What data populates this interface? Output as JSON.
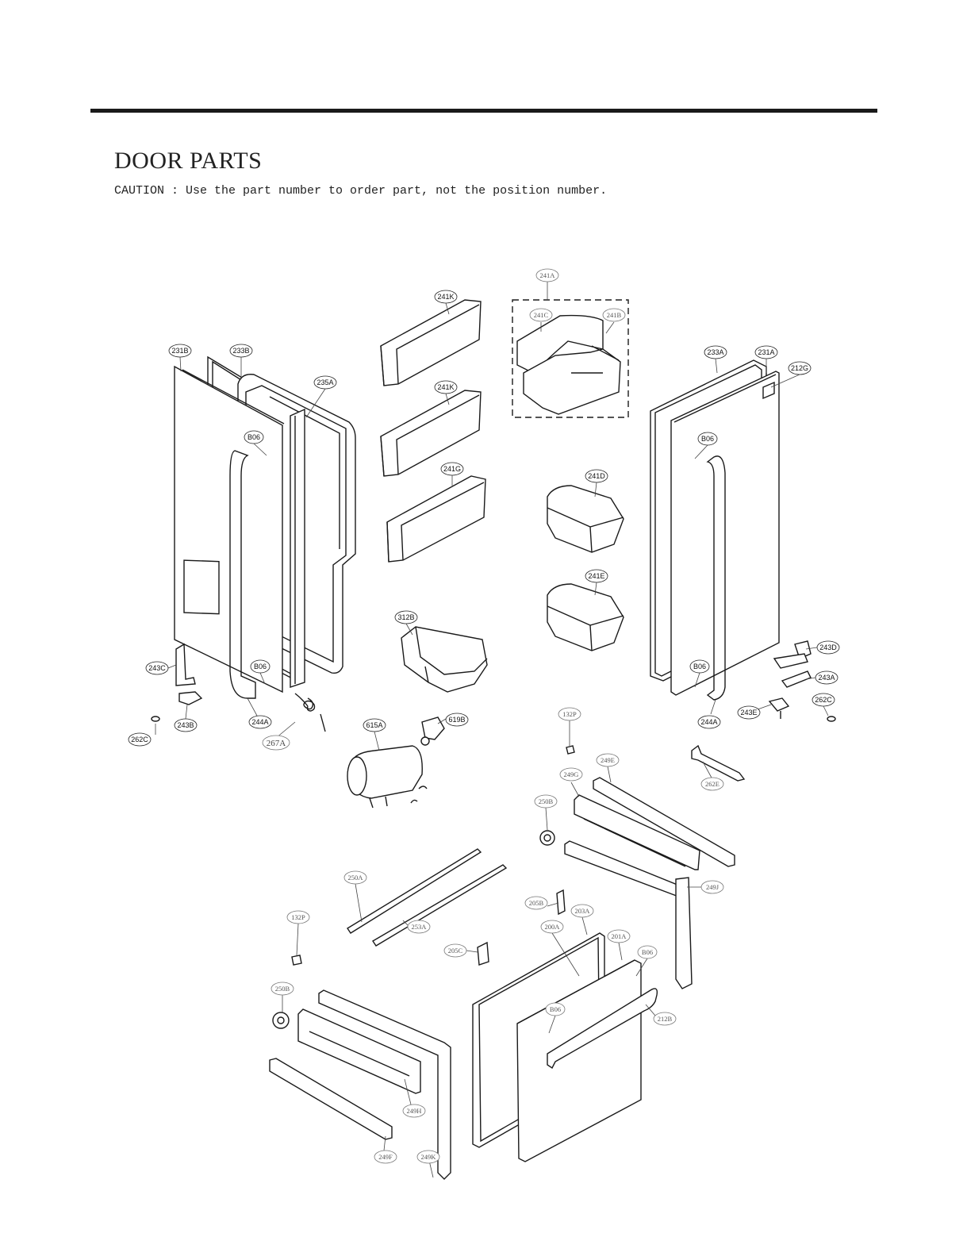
{
  "header": {
    "title": "DOOR PARTS",
    "caution": "CAUTION : Use the part number to order part, not the position number."
  },
  "callouts": [
    {
      "id": "241A"
    },
    {
      "id": "241K"
    },
    {
      "id": "241K"
    },
    {
      "id": "241C"
    },
    {
      "id": "241B"
    },
    {
      "id": "231B"
    },
    {
      "id": "233B"
    },
    {
      "id": "235A"
    },
    {
      "id": "233A"
    },
    {
      "id": "231A"
    },
    {
      "id": "212G"
    },
    {
      "id": "B06"
    },
    {
      "id": "241G"
    },
    {
      "id": "B06"
    },
    {
      "id": "241D"
    },
    {
      "id": "241E"
    },
    {
      "id": "312B"
    },
    {
      "id": "243D"
    },
    {
      "id": "243C"
    },
    {
      "id": "B06"
    },
    {
      "id": "B06"
    },
    {
      "id": "243A"
    },
    {
      "id": "262C"
    },
    {
      "id": "243E"
    },
    {
      "id": "244A"
    },
    {
      "id": "244A"
    },
    {
      "id": "619B"
    },
    {
      "id": "132P"
    },
    {
      "id": "243B"
    },
    {
      "id": "615A"
    },
    {
      "id": "262C"
    },
    {
      "id": "267A"
    },
    {
      "id": "249E"
    },
    {
      "id": "249G"
    },
    {
      "id": "262E"
    },
    {
      "id": "250B"
    },
    {
      "id": "250A"
    },
    {
      "id": "249J"
    },
    {
      "id": "205B"
    },
    {
      "id": "203A"
    },
    {
      "id": "132P"
    },
    {
      "id": "253A"
    },
    {
      "id": "200A"
    },
    {
      "id": "201A"
    },
    {
      "id": "205C"
    },
    {
      "id": "B06"
    },
    {
      "id": "250B"
    },
    {
      "id": "B06"
    },
    {
      "id": "212B"
    },
    {
      "id": "249H"
    },
    {
      "id": "249F"
    },
    {
      "id": "249K"
    }
  ]
}
